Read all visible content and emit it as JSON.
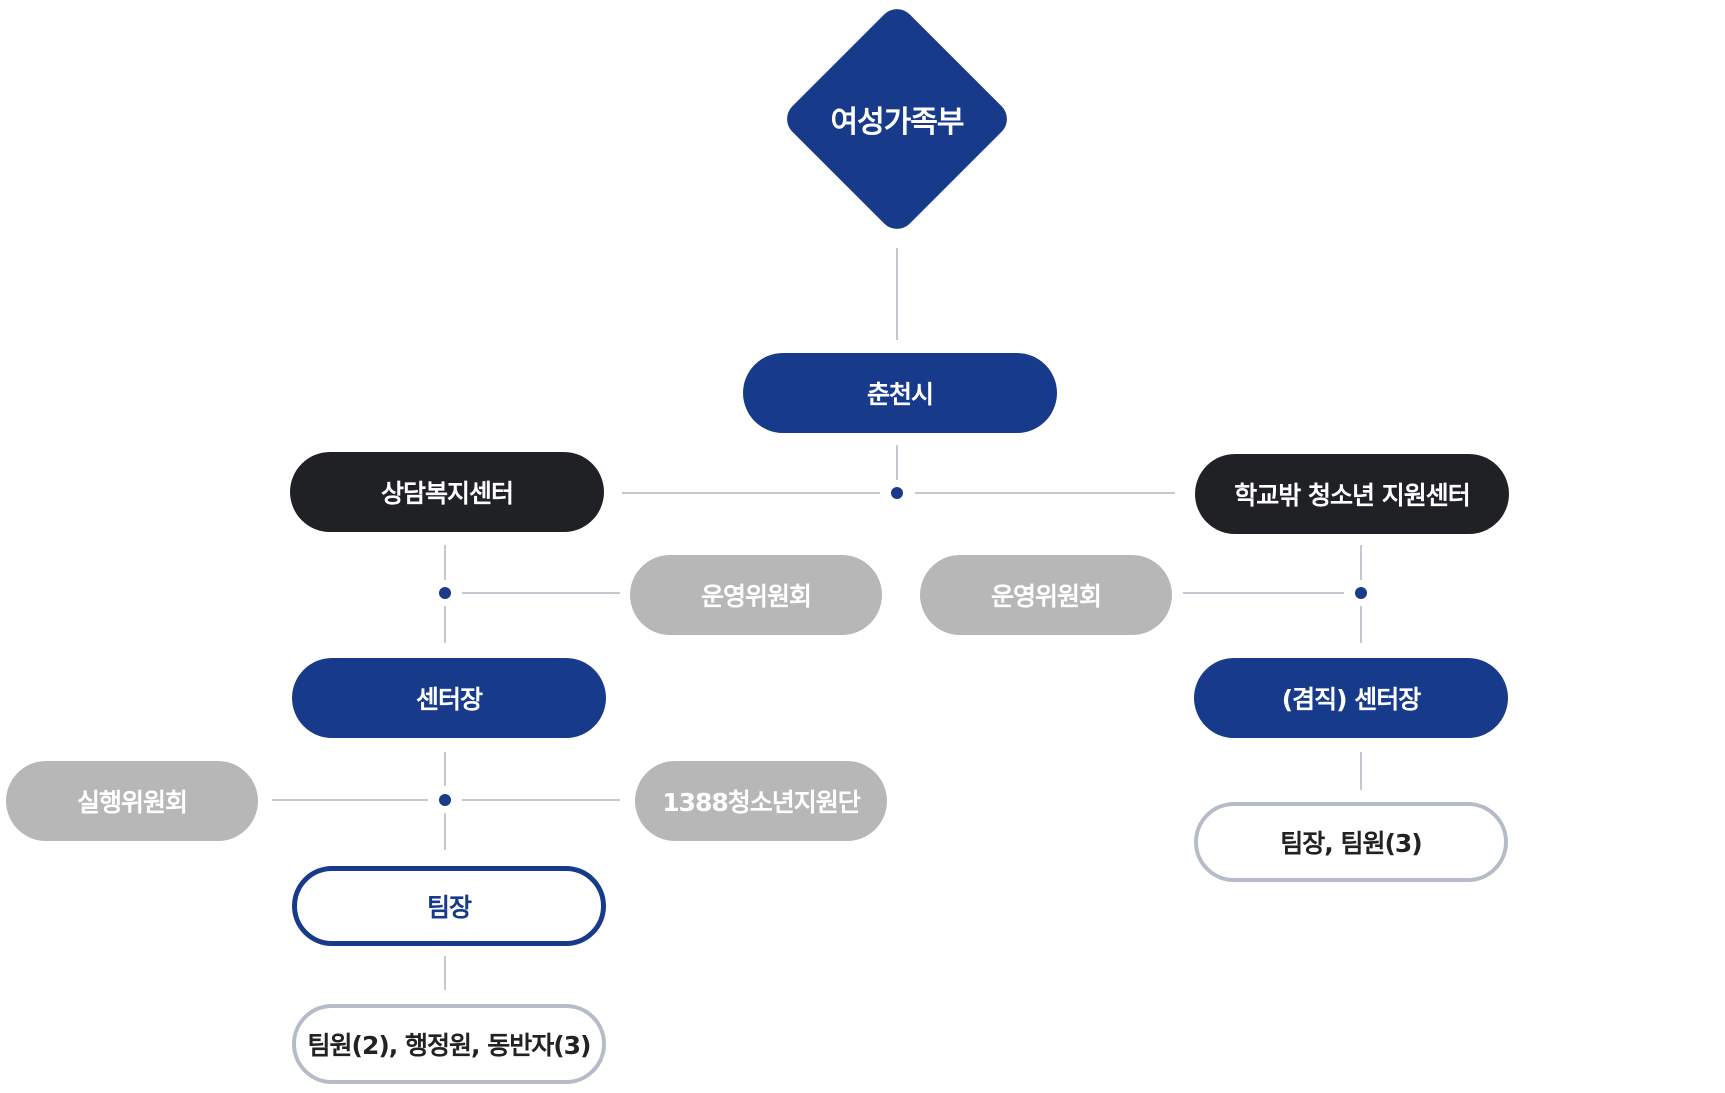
{
  "org_chart": {
    "ministry": "여성가족부",
    "city": "춘천시",
    "counseling_center": {
      "name": "상담복지센터",
      "committee": "운영위원회",
      "director": "센터장",
      "executive_committee": "실행위원회",
      "support_team": "1388청소년지원단",
      "team_leader": "팀장",
      "staff": "팀원(2), 행정원, 동반자(3)"
    },
    "out_of_school_center": {
      "name": "학교밖 청소년 지원센터",
      "committee": "운영위원회",
      "director": "(겸직) 센터장",
      "staff": "팀장, 팀원(3)"
    }
  },
  "colors": {
    "primary_blue": "#183a8a",
    "dark": "#202124",
    "gray": "#b7b7b7",
    "line": "#c4c8d0"
  }
}
